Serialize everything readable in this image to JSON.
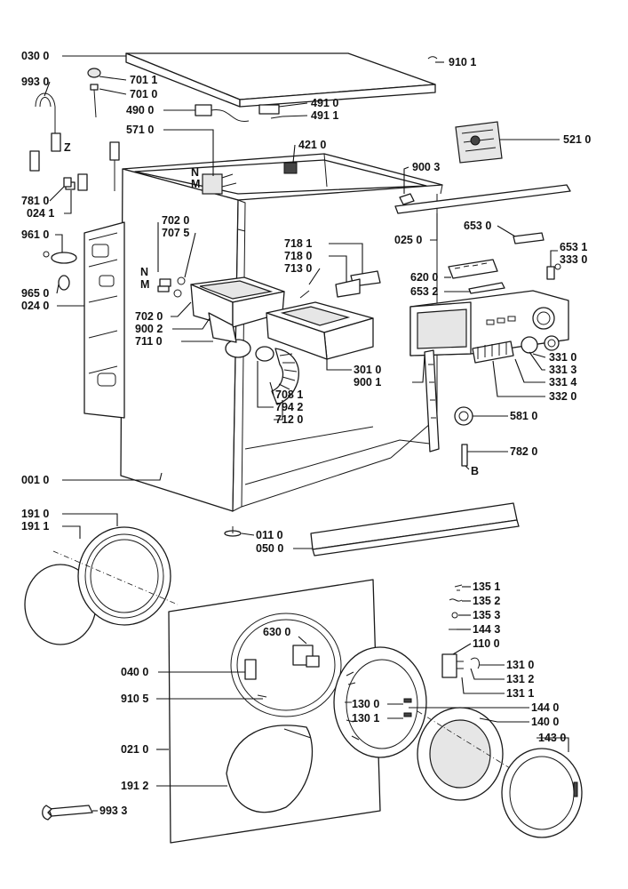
{
  "labels": {
    "p0300": "030 0",
    "p9101": "910 1",
    "p9930": "993 0",
    "p7011": "701 1",
    "p7010": "701 0",
    "p4900": "490 0",
    "p4910": "491 0",
    "p4911": "491 1",
    "p5710": "571 0",
    "p4210": "421 0",
    "p5210": "521 0",
    "z": "Z",
    "n1": "N",
    "m1": "M",
    "p9003": "900 3",
    "p7810": "781 0",
    "p0241": "024 1",
    "p7020a": "702 0",
    "p7075": "707 5",
    "p0250": "025 0",
    "p6530": "653 0",
    "p9610": "961 0",
    "p7181": "718 1",
    "p7180": "718 0",
    "p7130": "713 0",
    "p6531": "653 1",
    "p3330": "333 0",
    "n2": "N",
    "m2": "M",
    "p6200": "620 0",
    "p9650": "965 0",
    "p0240": "024 0",
    "p6532": "653 2",
    "p7020b": "702 0",
    "p9002": "900 2",
    "p7110": "711 0",
    "p3010": "301 0",
    "p9001": "900 1",
    "p3310": "331 0",
    "p3313": "331 3",
    "p3314": "331 4",
    "p3320": "332 0",
    "p7081": "708 1",
    "p7942": "794 2",
    "p7120": "712 0",
    "p5810": "581 0",
    "p7820": "782 0",
    "b": "B",
    "p0010": "001 0",
    "p1910": "191 0",
    "p1911": "191 1",
    "p0110": "011 0",
    "p0500": "050 0",
    "p1351": "135 1",
    "p1352": "135 2",
    "p1353": "135 3",
    "p1443": "144 3",
    "p1100": "110 0",
    "p6300": "630 0",
    "p0400": "040 0",
    "p1310": "131 0",
    "p1312": "131 2",
    "p1311": "131 1",
    "p9105": "910 5",
    "p1300": "130 0",
    "p1301": "130 1",
    "p1440": "144 0",
    "p1400": "140 0",
    "p1430": "143 0",
    "p0210": "021 0",
    "p1912": "191 2",
    "p9933": "993 3"
  }
}
